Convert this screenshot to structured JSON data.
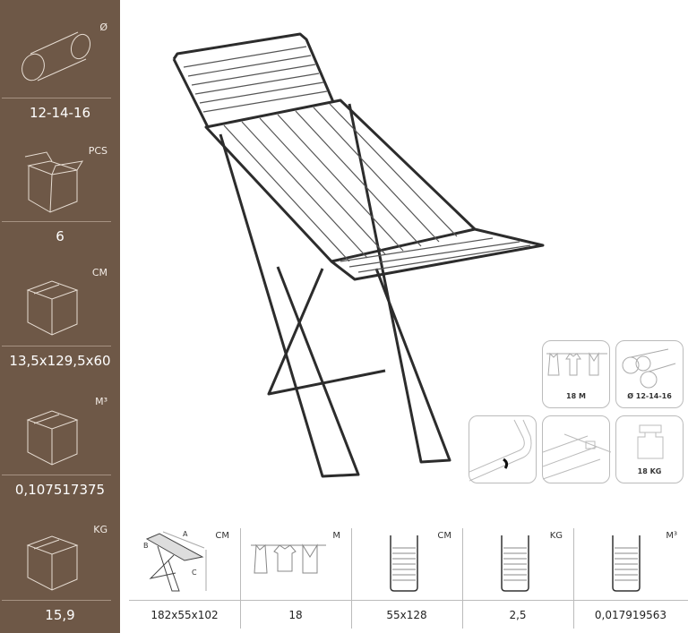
{
  "sidebar": {
    "items": [
      {
        "unit": "Ø",
        "value": "12-14-16",
        "icon": "tube-icon"
      },
      {
        "unit": "PCS",
        "value": "6",
        "icon": "open-box-icon"
      },
      {
        "unit": "CM",
        "value": "13,5x129,5x60",
        "icon": "box-icon"
      },
      {
        "unit": "M³",
        "value": "0,107517375",
        "icon": "box-icon"
      },
      {
        "unit": "KG",
        "value": "15,9",
        "icon": "box-icon"
      }
    ]
  },
  "features": {
    "line_length": "18 M",
    "tube_diameter": "Ø 12-14-16",
    "max_load": "18 KG"
  },
  "specs": [
    {
      "unit": "CM",
      "value": "182x55x102",
      "labels": [
        "A",
        "B",
        "C"
      ]
    },
    {
      "unit": "M",
      "value": "18"
    },
    {
      "unit": "CM",
      "value": "55x128"
    },
    {
      "unit": "KG",
      "value": "2,5"
    },
    {
      "unit": "M³",
      "value": "0,017919563"
    }
  ],
  "colors": {
    "sidebar": "#6e5847",
    "frame": "#2c2c2c"
  }
}
